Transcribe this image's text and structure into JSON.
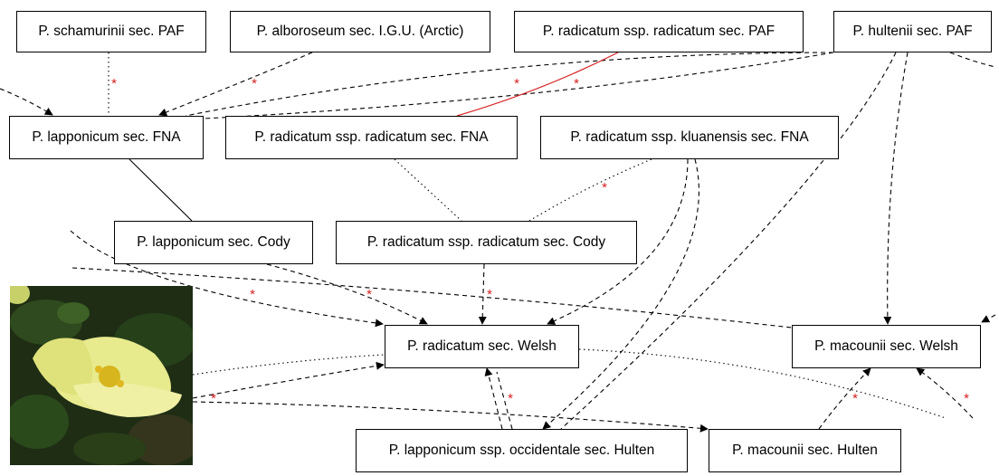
{
  "nodes": {
    "schamurinii": "P. schamurinii sec. PAF",
    "alboroseum": "P. alboroseum sec. I.G.U. (Arctic)",
    "rad_paf": "P. radicatum ssp. radicatum sec. PAF",
    "hultenii": "P. hultenii sec. PAF",
    "lap_fna": "P. lapponicum sec. FNA",
    "rad_fna": "P. radicatum ssp. radicatum sec. FNA",
    "kluan_fna": "P. radicatum ssp. kluanensis sec. FNA",
    "lap_cody": "P. lapponicum sec. Cody",
    "rad_cody": "P. radicatum ssp. radicatum sec. Cody",
    "rad_welsh": "P. radicatum sec. Welsh",
    "mac_welsh": "P. macounii sec. Welsh",
    "occ_hulten": "P. lapponicum ssp. occidentale sec. Hulten",
    "mac_hulten": "P. macounii sec. Hulten"
  },
  "edge_marker": "*",
  "colors": {
    "edge": "#000000",
    "congruent_edge": "#d62020",
    "marker": "#d62020"
  },
  "photo": {
    "subject": "pale yellow poppy flower"
  }
}
